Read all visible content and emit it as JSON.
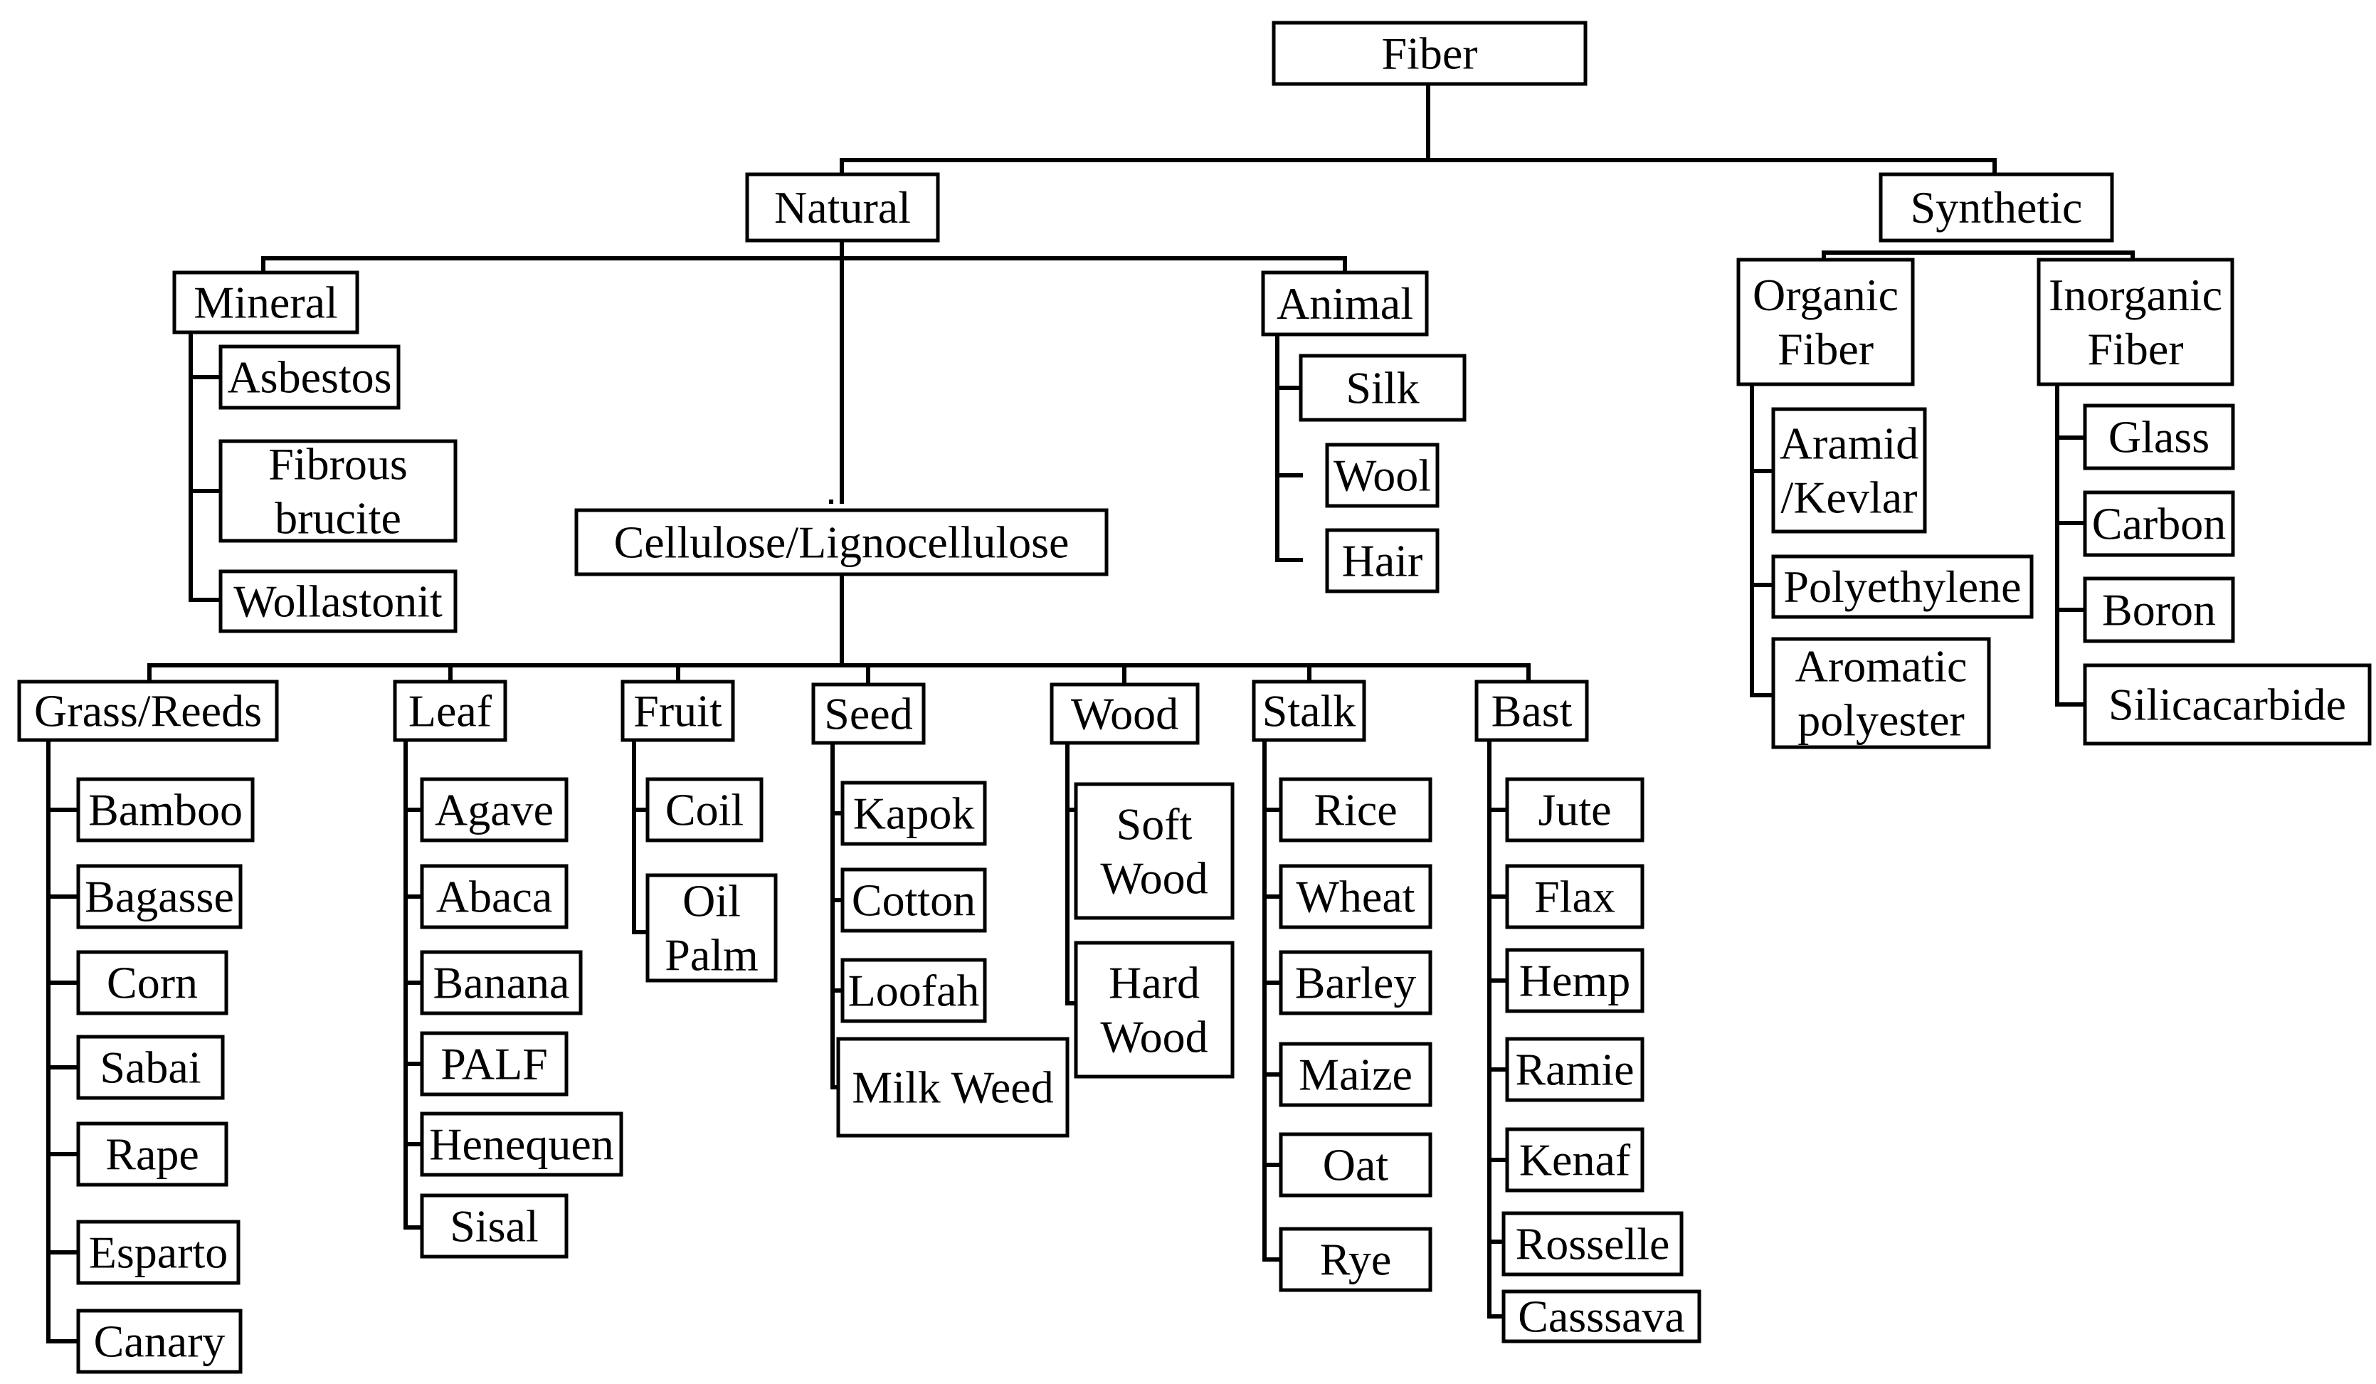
{
  "nodes": {
    "fiber": "Fiber",
    "natural": "Natural",
    "synthetic": "Synthetic",
    "mineral": "Mineral",
    "animal": "Animal",
    "asbestos": "Asbestos",
    "fibrous_brucite": [
      "Fibrous",
      "brucite"
    ],
    "wollastonit": "Wollastonit",
    "cellulose": "Cellulose/Lignocellulose",
    "silk": "Silk",
    "wool": "Wool",
    "hair": "Hair",
    "organic_fiber": [
      "Organic",
      "Fiber"
    ],
    "inorganic_fiber": [
      "Inorganic",
      "Fiber"
    ],
    "aramid": [
      "Aramid",
      "/Kevlar"
    ],
    "polyethylene": "Polyethylene",
    "aromatic_polyester": [
      "Aromatic",
      "polyester"
    ],
    "glass": "Glass",
    "carbon": "Carbon",
    "boron": "Boron",
    "silicacarbide": "Silicacarbide",
    "grass_reeds": "Grass/Reeds",
    "leaf": "Leaf",
    "fruit": "Fruit",
    "seed": "Seed",
    "wood": "Wood",
    "stalk": "Stalk",
    "bast": "Bast",
    "bamboo": "Bamboo",
    "bagasse": "Bagasse",
    "corn": "Corn",
    "sabai": "Sabai",
    "rape": "Rape",
    "esparto": "Esparto",
    "canary": "Canary",
    "agave": "Agave",
    "abaca": "Abaca",
    "banana": "Banana",
    "palf": "PALF",
    "henequen": "Henequen",
    "sisal": "Sisal",
    "coil": "Coil",
    "oil_palm": [
      "Oil",
      "Palm"
    ],
    "kapok": "Kapok",
    "cotton": "Cotton",
    "loofah": "Loofah",
    "milk_weed": "Milk Weed",
    "soft_wood": [
      "Soft",
      "Wood"
    ],
    "hard_wood": [
      "Hard",
      "Wood"
    ],
    "rice": "Rice",
    "wheat": "Wheat",
    "barley": "Barley",
    "maize": "Maize",
    "oat": "Oat",
    "rye": "Rye",
    "jute": "Jute",
    "flax": "Flax",
    "hemp": "Hemp",
    "ramie": "Ramie",
    "kenaf": "Kenaf",
    "rosselle": "Rosselle",
    "casssava": "Casssava"
  }
}
